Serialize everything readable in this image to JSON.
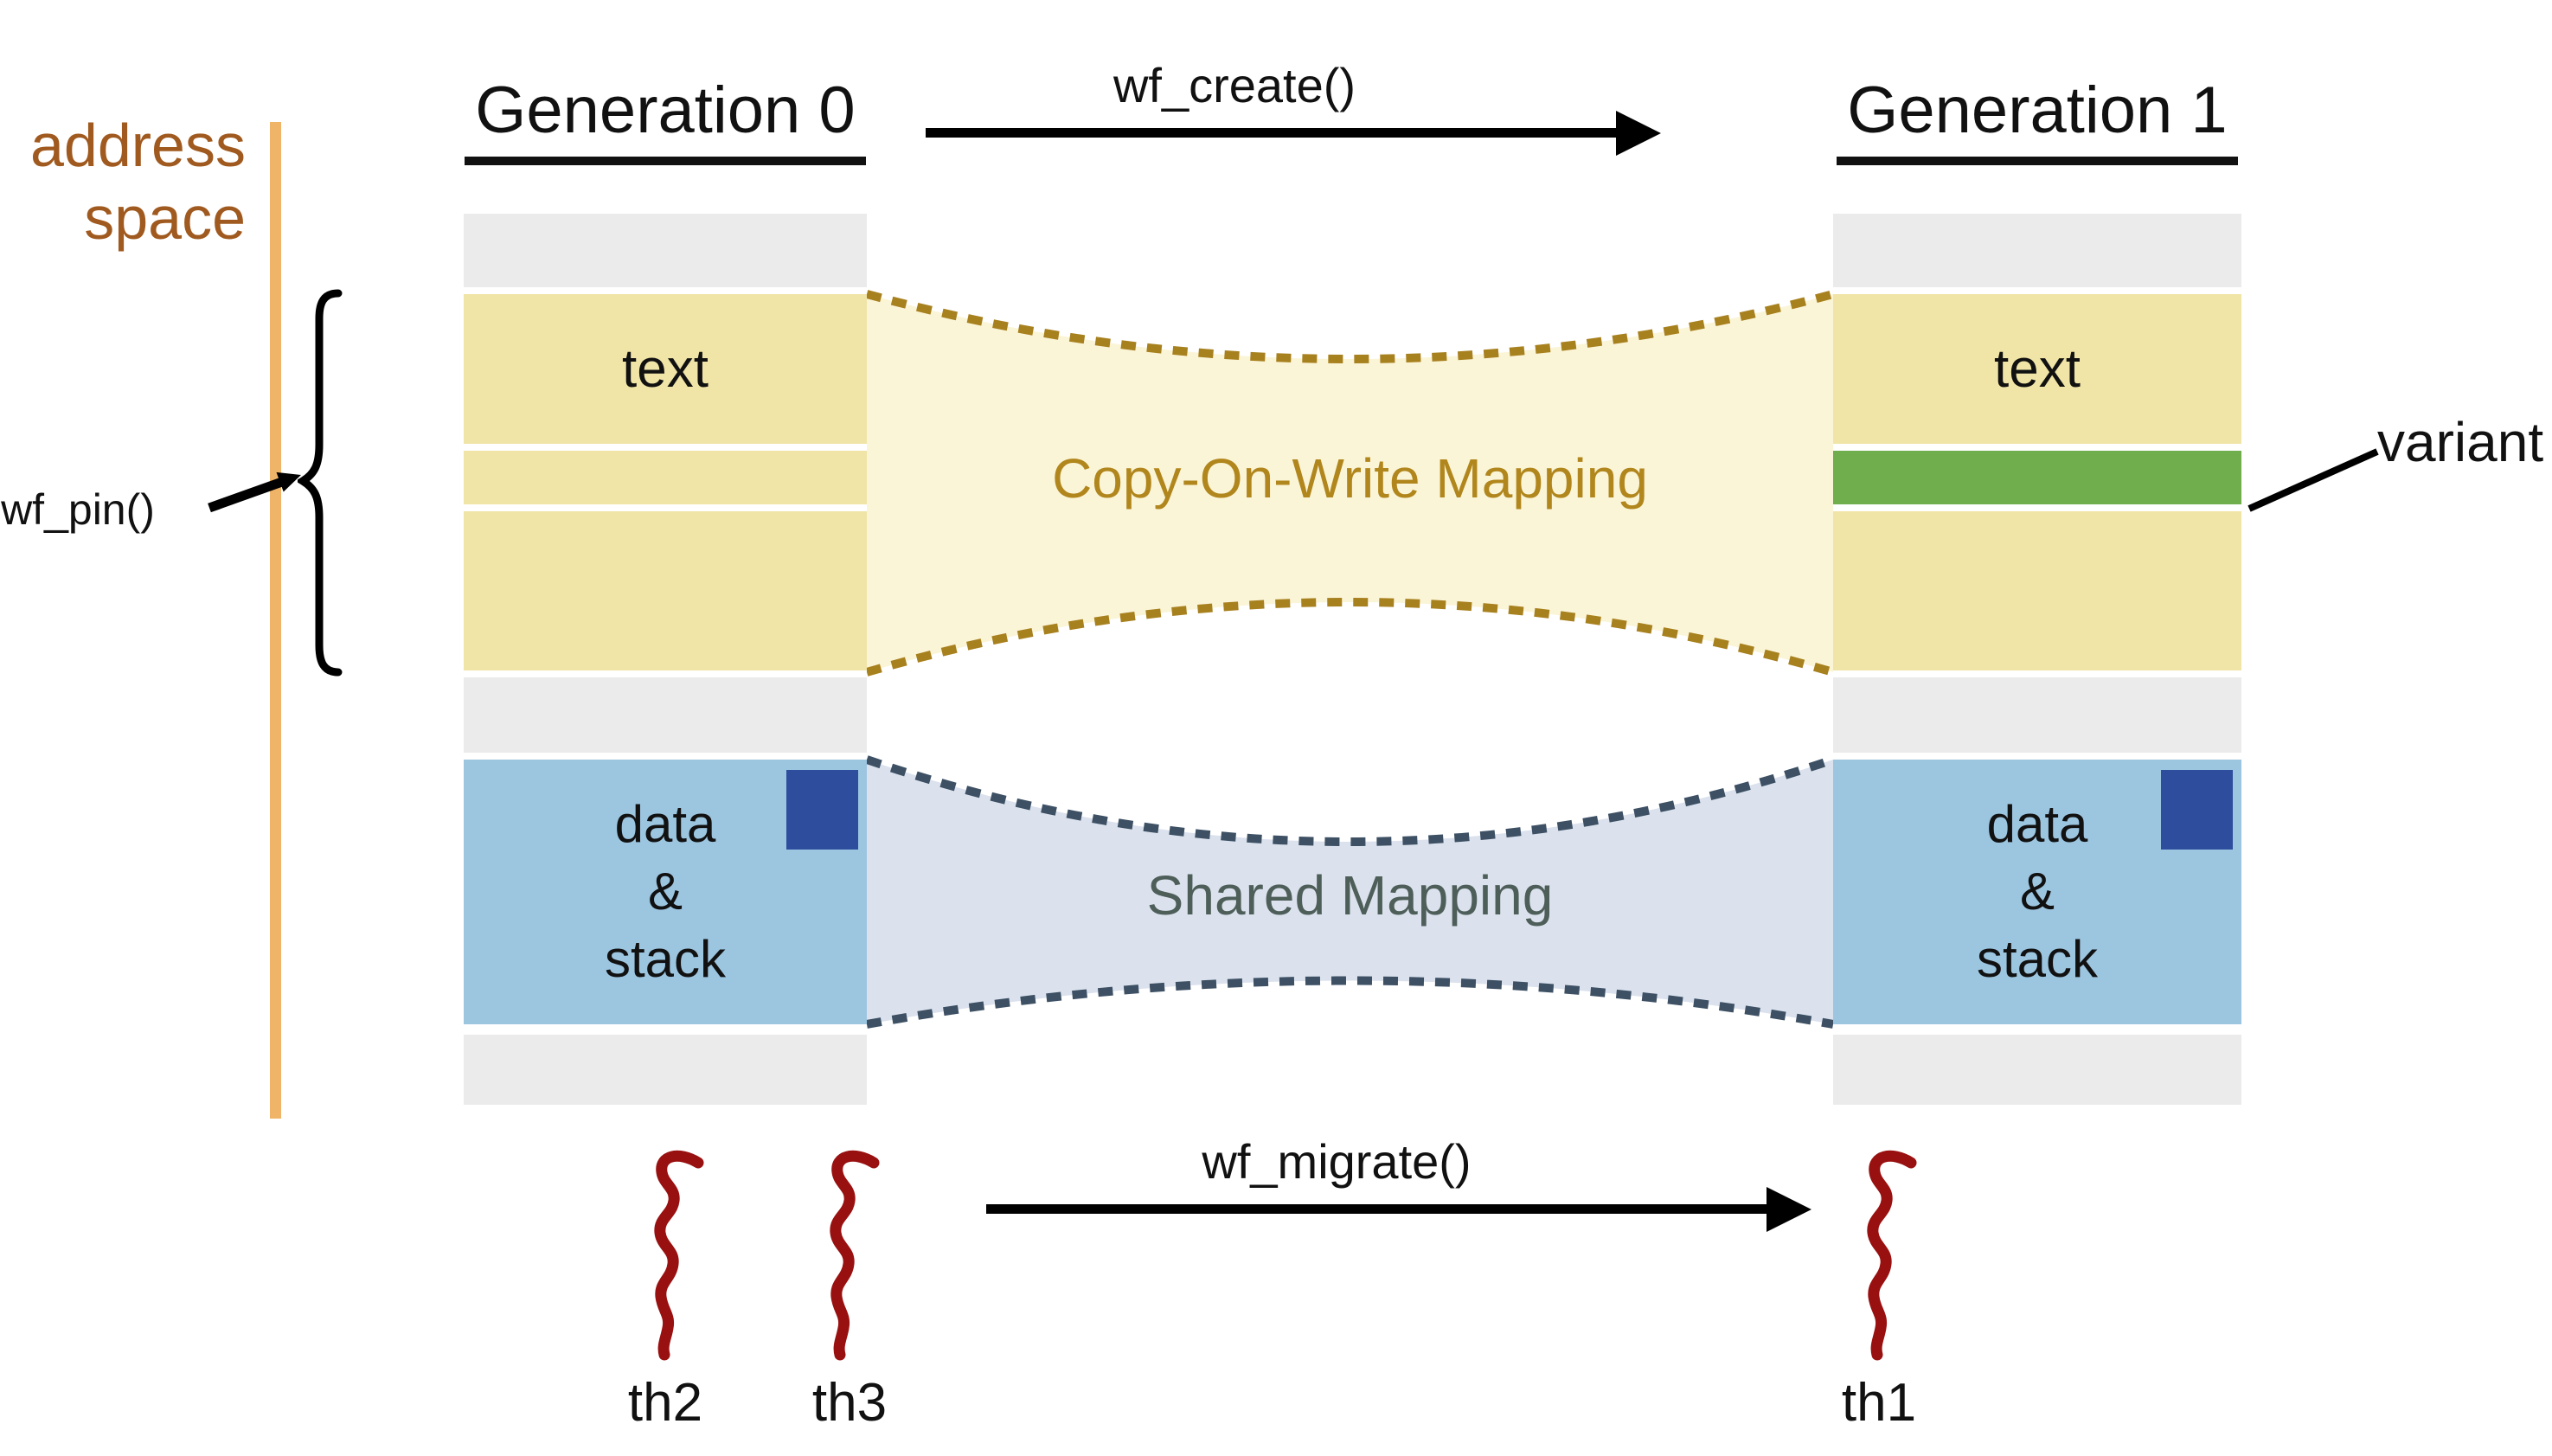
{
  "diagram": {
    "address_axis": {
      "line1": "address",
      "line2": "space"
    },
    "generation0": {
      "title": "Generation 0",
      "text_block_label": "text",
      "data_stack_lines": [
        "data",
        "&",
        "stack"
      ],
      "threads": [
        {
          "label": "th2"
        },
        {
          "label": "th3"
        }
      ]
    },
    "generation1": {
      "title": "Generation 1",
      "text_block_label": "text",
      "data_stack_lines": [
        "data",
        "&",
        "stack"
      ],
      "variant_label": "variant",
      "threads": [
        {
          "label": "th1"
        }
      ]
    },
    "operations": {
      "create": "wf_create()",
      "migrate": "wf_migrate()",
      "pin": "wf_pin()"
    },
    "mappings": {
      "cow": "Copy-On-Write Mapping",
      "shared": "Shared Mapping"
    },
    "colors": {
      "yellow_block": "#f0e4a6",
      "cow_fill": "#fbf5d8",
      "cow_dash": "#a8811f",
      "cow_text": "#b1861c",
      "gray_block": "#ebebeb",
      "blue_block": "#9cc5e0",
      "dark_blue_square": "#2e4e9d",
      "shared_fill": "#dbe2ee",
      "shared_dash": "#3d5064",
      "shared_text": "#4e5e59",
      "green_variant": "#6fad4d",
      "orange_axis": "#f0b469",
      "address_text": "#a05a1f",
      "thread_red": "#991010"
    }
  }
}
